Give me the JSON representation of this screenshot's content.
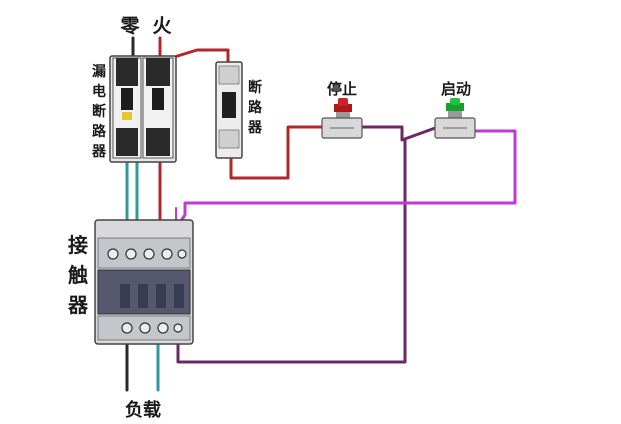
{
  "labels": {
    "neutral": "零",
    "live": "火",
    "rcd": [
      "漏",
      "电",
      "断",
      "路",
      "器"
    ],
    "breaker": [
      "断",
      "路",
      "器"
    ],
    "stop": "停止",
    "start": "启动",
    "contactor": [
      "接",
      "触",
      "器"
    ],
    "load": "负载"
  },
  "colors": {
    "red_wire": "#b2282a",
    "teal_wire": "#2f9a9a",
    "purple_wire": "#6b2a66",
    "magenta_wire": "#c03ad8",
    "black_wire": "#2a2a2a",
    "stop_button": "#d0202a",
    "start_button": "#20c040",
    "contactor_body": "#55586e"
  }
}
